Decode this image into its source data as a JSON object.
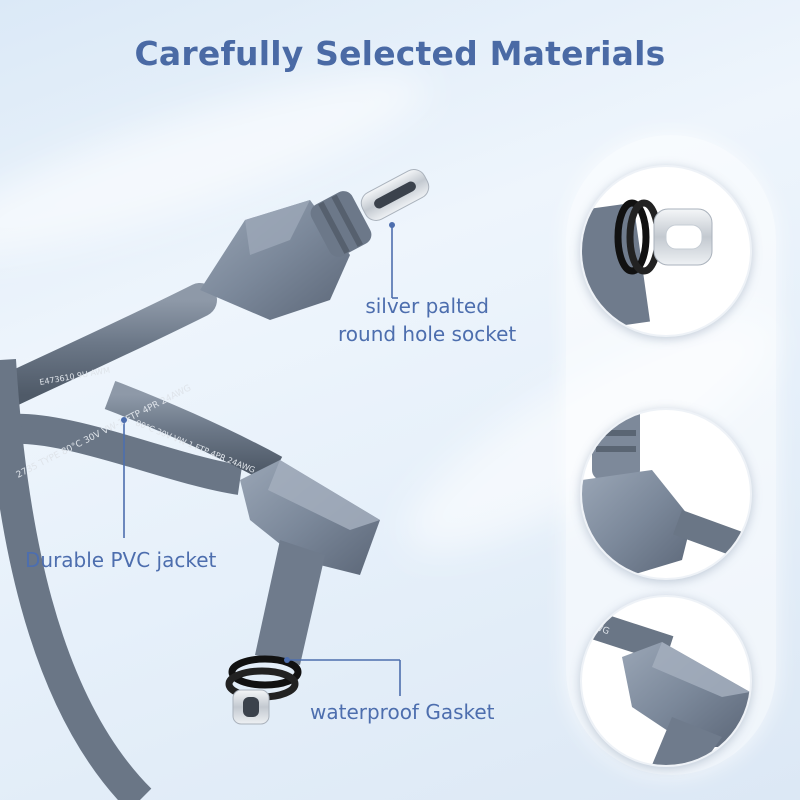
{
  "heading": "Carefully Selected Materials",
  "labels": {
    "socket": [
      "silver palted",
      "round hole socket"
    ],
    "jacket": "Durable PVC jacket",
    "gasket": "waterproof Gasket"
  },
  "cable_print": {
    "upper": "E473610 9U AWM",
    "main": "2735 TYPE 80°C 30V VW-1 FTP 4PR 24AWG",
    "second": "80°C 30V VW-1 FTP 4PR 24AWG",
    "detail": "AWG"
  },
  "colors": {
    "heading": "#4a6aa5",
    "label": "#4d6eae",
    "cable": "#6b7788",
    "connector": "#7d8a9c"
  }
}
